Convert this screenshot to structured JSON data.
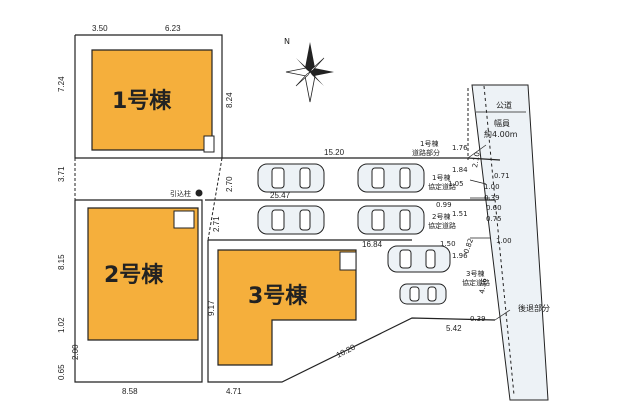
{
  "buildings": {
    "b1": "1号棟",
    "b2": "2号棟",
    "b3": "3号棟"
  },
  "labels": {
    "public_road": "公道",
    "road_width_line1": "幅員",
    "road_width_line2": "約4.00m",
    "setback": "後退部分",
    "service_pole": "引込柱",
    "north": "N",
    "b1_road_line1": "1号棟",
    "b1_road_line2": "道路部分",
    "b1_agree_line1": "1号棟",
    "b1_agree_line2": "協定道路",
    "b2_agree_line1": "2号棟",
    "b2_agree_line2": "協定道路",
    "b3_agree_line1": "3号棟",
    "b3_agree_line2": "協定道路"
  },
  "dimensions": {
    "top_left": "3.50",
    "top_right": "6.23",
    "left_upper": "7.24",
    "left_mid": "3.71",
    "left_b2": "8.15",
    "left_b": "1.02",
    "left_c": "2.00",
    "left_d": "0.65",
    "lot1_right": "8.24",
    "drive1_top": "15.20",
    "drive_vert1": "2.70",
    "drive_vert2": "2.71",
    "drive_mid": "25.47",
    "drive_low": "16.84",
    "b3_left": "9.17",
    "bottom_left": "8.58",
    "bottom_mid": "4.71",
    "diag_bottom": "10.20",
    "diag_right": "5.42",
    "r_a": "1.76",
    "r_b": "2.10",
    "r_c": "1.84",
    "r_d": "1.05",
    "r_e": "0.71",
    "r_f": "1.00",
    "r_g": "0.39",
    "r_h": "0.99",
    "r_i": "1.51",
    "r_j": "0.60",
    "r_k": "0.75",
    "r_l": "1.50",
    "r_m": "0.82",
    "r_n": "1.00",
    "r_o": "1.96",
    "r_p": "4.36",
    "r_q": "0.39"
  },
  "colors": {
    "building_fill": "#F5AF3C",
    "road_fill": "#EDF2F6",
    "line": "#222222"
  }
}
